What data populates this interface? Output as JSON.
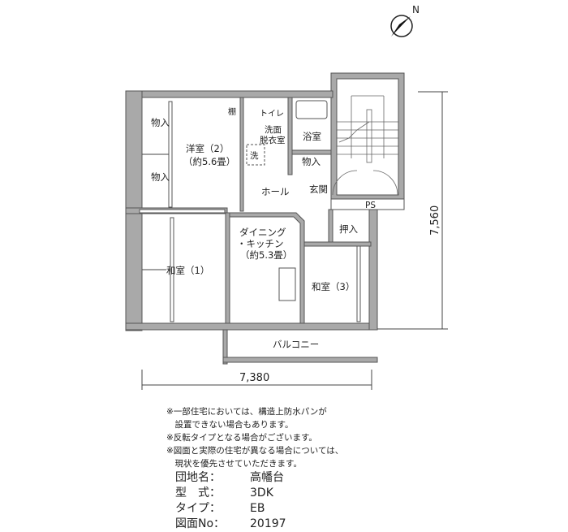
{
  "compass": {
    "label": "N"
  },
  "rooms": {
    "closet1": "物入",
    "closet2": "物入",
    "western_room": "洋室（2）",
    "western_size": "（約5.6畳）",
    "shelf": "棚",
    "toilet": "トイレ",
    "washroom_1": "洗面",
    "washroom_2": "脱衣室",
    "washer": "洗",
    "bath": "浴室",
    "closet3": "物入",
    "entrance": "玄関",
    "hall": "ホール",
    "ps": "PS",
    "closet4": "押入",
    "dk_1": "ダイニング",
    "dk_2": "・キッチン",
    "dk_size": "（約5.3畳）",
    "japanese1": "和室（1）",
    "japanese3": "和室（3）",
    "balcony": "バルコニー"
  },
  "dimensions": {
    "height": "7,560",
    "width": "7,380"
  },
  "notes": [
    "※一部住宅においては、構造上防水パンが",
    "　設置できない場合もあります。",
    "※反転タイプとなる場合がございます。",
    "※図面と実際の住宅が異なる場合については、",
    "　現状を優先させていただきます。"
  ],
  "info": [
    {
      "key": "団地名",
      "value": "高幡台"
    },
    {
      "key": "型　式",
      "value": "3DK"
    },
    {
      "key": "タイプ",
      "value": "EB"
    },
    {
      "key": "図面No",
      "value": "20197"
    }
  ]
}
